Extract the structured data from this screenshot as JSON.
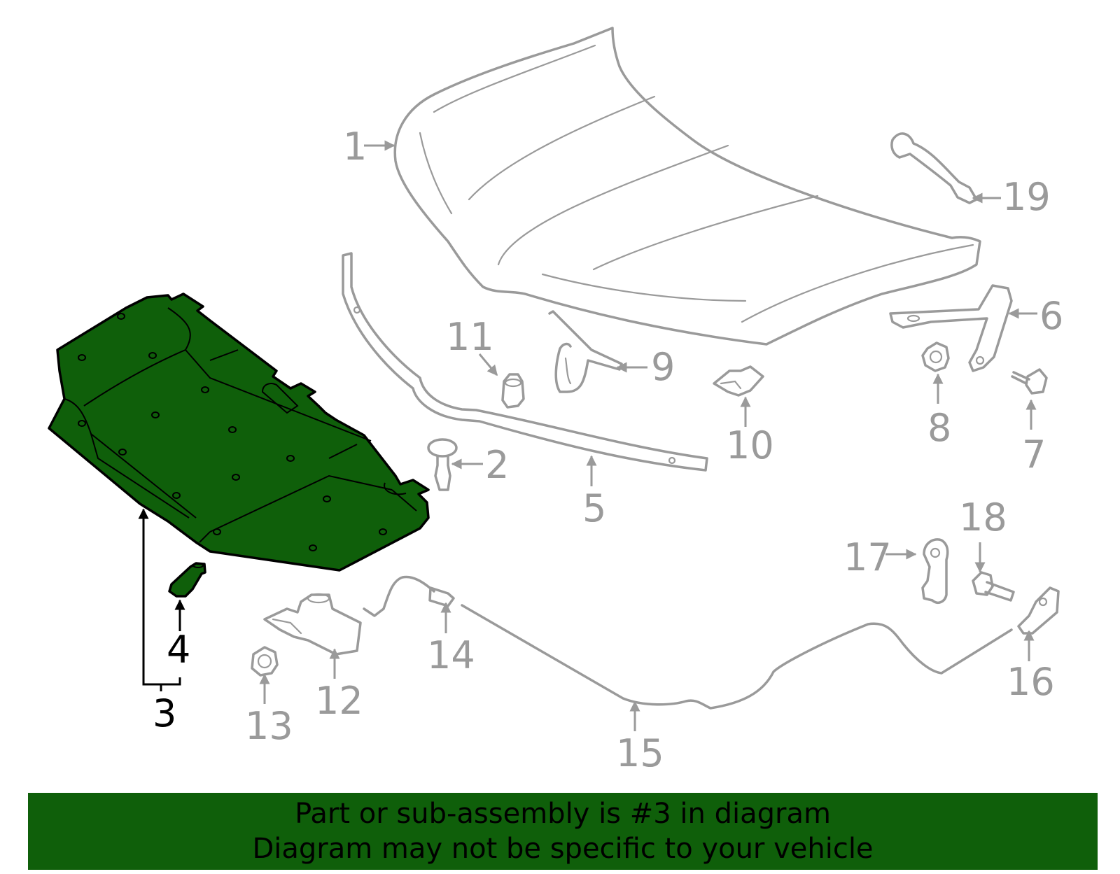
{
  "diagram": {
    "callouts": {
      "c1": "1",
      "c2": "2",
      "c3": "3",
      "c4": "4",
      "c5": "5",
      "c6": "6",
      "c7": "7",
      "c8": "8",
      "c9": "9",
      "c10": "10",
      "c11": "11",
      "c12": "12",
      "c13": "13",
      "c14": "14",
      "c15": "15",
      "c16": "16",
      "c17": "17",
      "c18": "18",
      "c19": "19"
    },
    "highlighted_part": "3",
    "colors": {
      "highlight": "#0f5f0a",
      "part_line": "#9a9a9a",
      "text": "#000000"
    }
  },
  "banner": {
    "line1": "Part or sub-assembly is #3 in diagram",
    "line2": "Diagram may not be specific to your vehicle"
  }
}
